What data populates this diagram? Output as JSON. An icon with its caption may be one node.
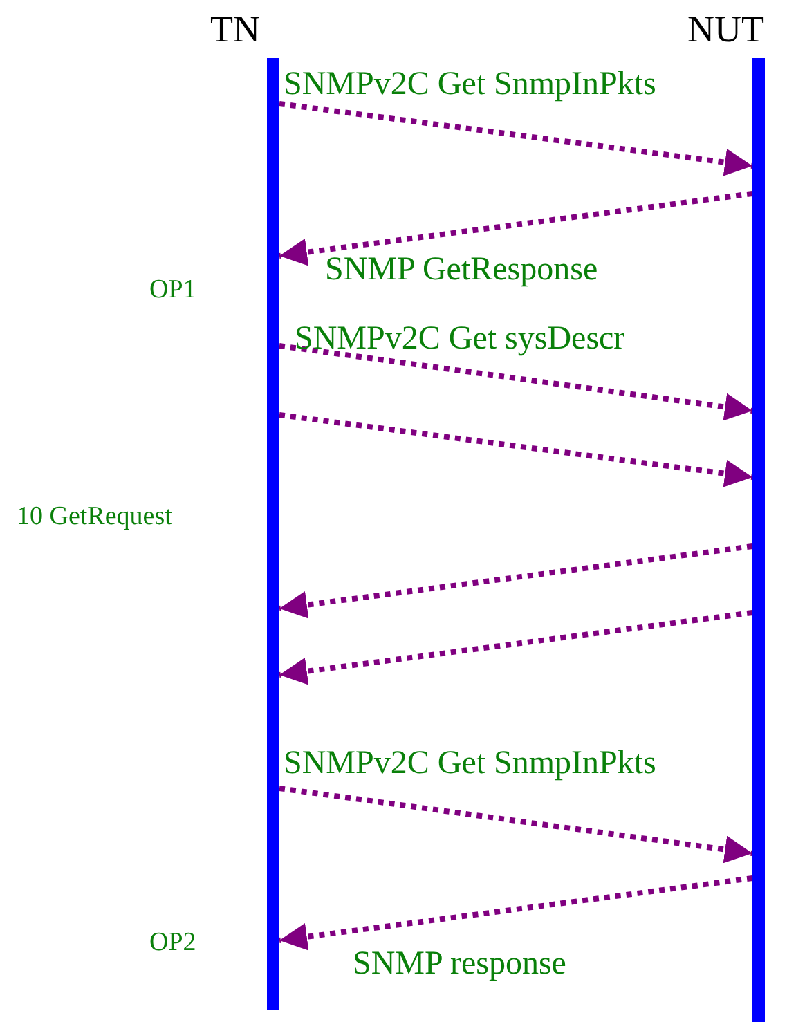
{
  "diagram": {
    "nodes": [
      {
        "text": [
          "TN"
        ]
      },
      {
        "text": [
          "NUT"
        ]
      }
    ],
    "edges": [
      {
        "from": 0,
        "to": 1,
        "arrow": "to",
        "style": "dashed",
        "label": "SNMPv2C Get SnmpInPkts"
      },
      {
        "from": 1,
        "to": 0,
        "arrow": "to",
        "style": "dashed",
        "label": "SNMP GetResponse"
      },
      {
        "from": 0,
        "to": 1,
        "arrow": "to",
        "style": "dashed",
        "label": "SNMPv2C Get sysDescr"
      },
      {
        "from": 0,
        "to": 1,
        "arrow": "to",
        "style": "dashed"
      },
      {
        "from": 1,
        "to": 0,
        "arrow": "to",
        "style": "dashed"
      },
      {
        "from": 1,
        "to": 0,
        "arrow": "to",
        "style": "dashed"
      },
      {
        "from": 0,
        "to": 1,
        "arrow": "to",
        "style": "dashed",
        "label": "SNMPv2C Get SnmpInPkts"
      },
      {
        "from": 1,
        "to": 0,
        "arrow": "to",
        "style": "dashed",
        "label": "SNMP response"
      }
    ],
    "labels": [
      "OP1",
      "10 GetRequest",
      "OP2"
    ]
  }
}
